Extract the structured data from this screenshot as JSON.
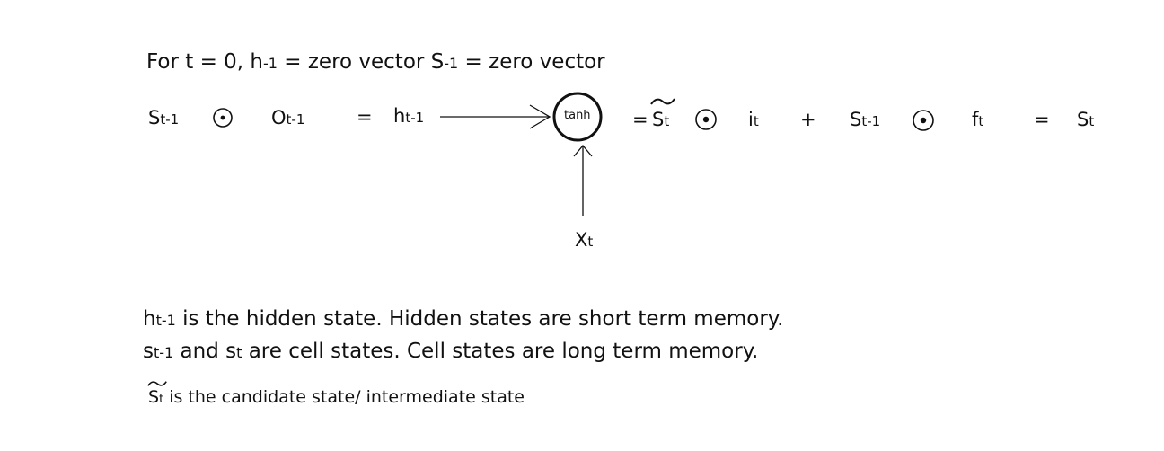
{
  "header": {
    "line_prefix": "For t = 0, h",
    "h_sub": "-1",
    "mid": " = zero vector S",
    "s_sub": "-1",
    "suffix": " = zero vector"
  },
  "equation": {
    "s_prev": "S",
    "s_prev_sub": "t-1",
    "o_prev": "O",
    "o_prev_sub": "t-1",
    "equals1": "=",
    "h_prev": "h",
    "h_prev_sub": "t-1",
    "tanh_label": "tanh",
    "equals2": "=",
    "s_tilde": "S",
    "s_tilde_sub": "t",
    "i": "i",
    "i_sub": "t",
    "plus": "+",
    "s_prev2": "S",
    "s_prev2_sub": "t-1",
    "f": "f",
    "f_sub": "t",
    "equals3": "=",
    "s_t": "S",
    "s_t_sub": "t",
    "x": "X",
    "x_sub": "t"
  },
  "notes": {
    "line1_h": "h",
    "line1_h_sub": "t-1",
    "line1_text": " is the hidden state. Hidden states are short term memory.",
    "line2_s": "s",
    "line2_s_sub": "t-1",
    "line2_mid": " and s",
    "line2_mid_sub": "t",
    "line2_text": " are cell states. Cell states are long term memory.",
    "line3_s": "S",
    "line3_s_sub": "t",
    "line3_text": " is the candidate state/ intermediate state"
  }
}
